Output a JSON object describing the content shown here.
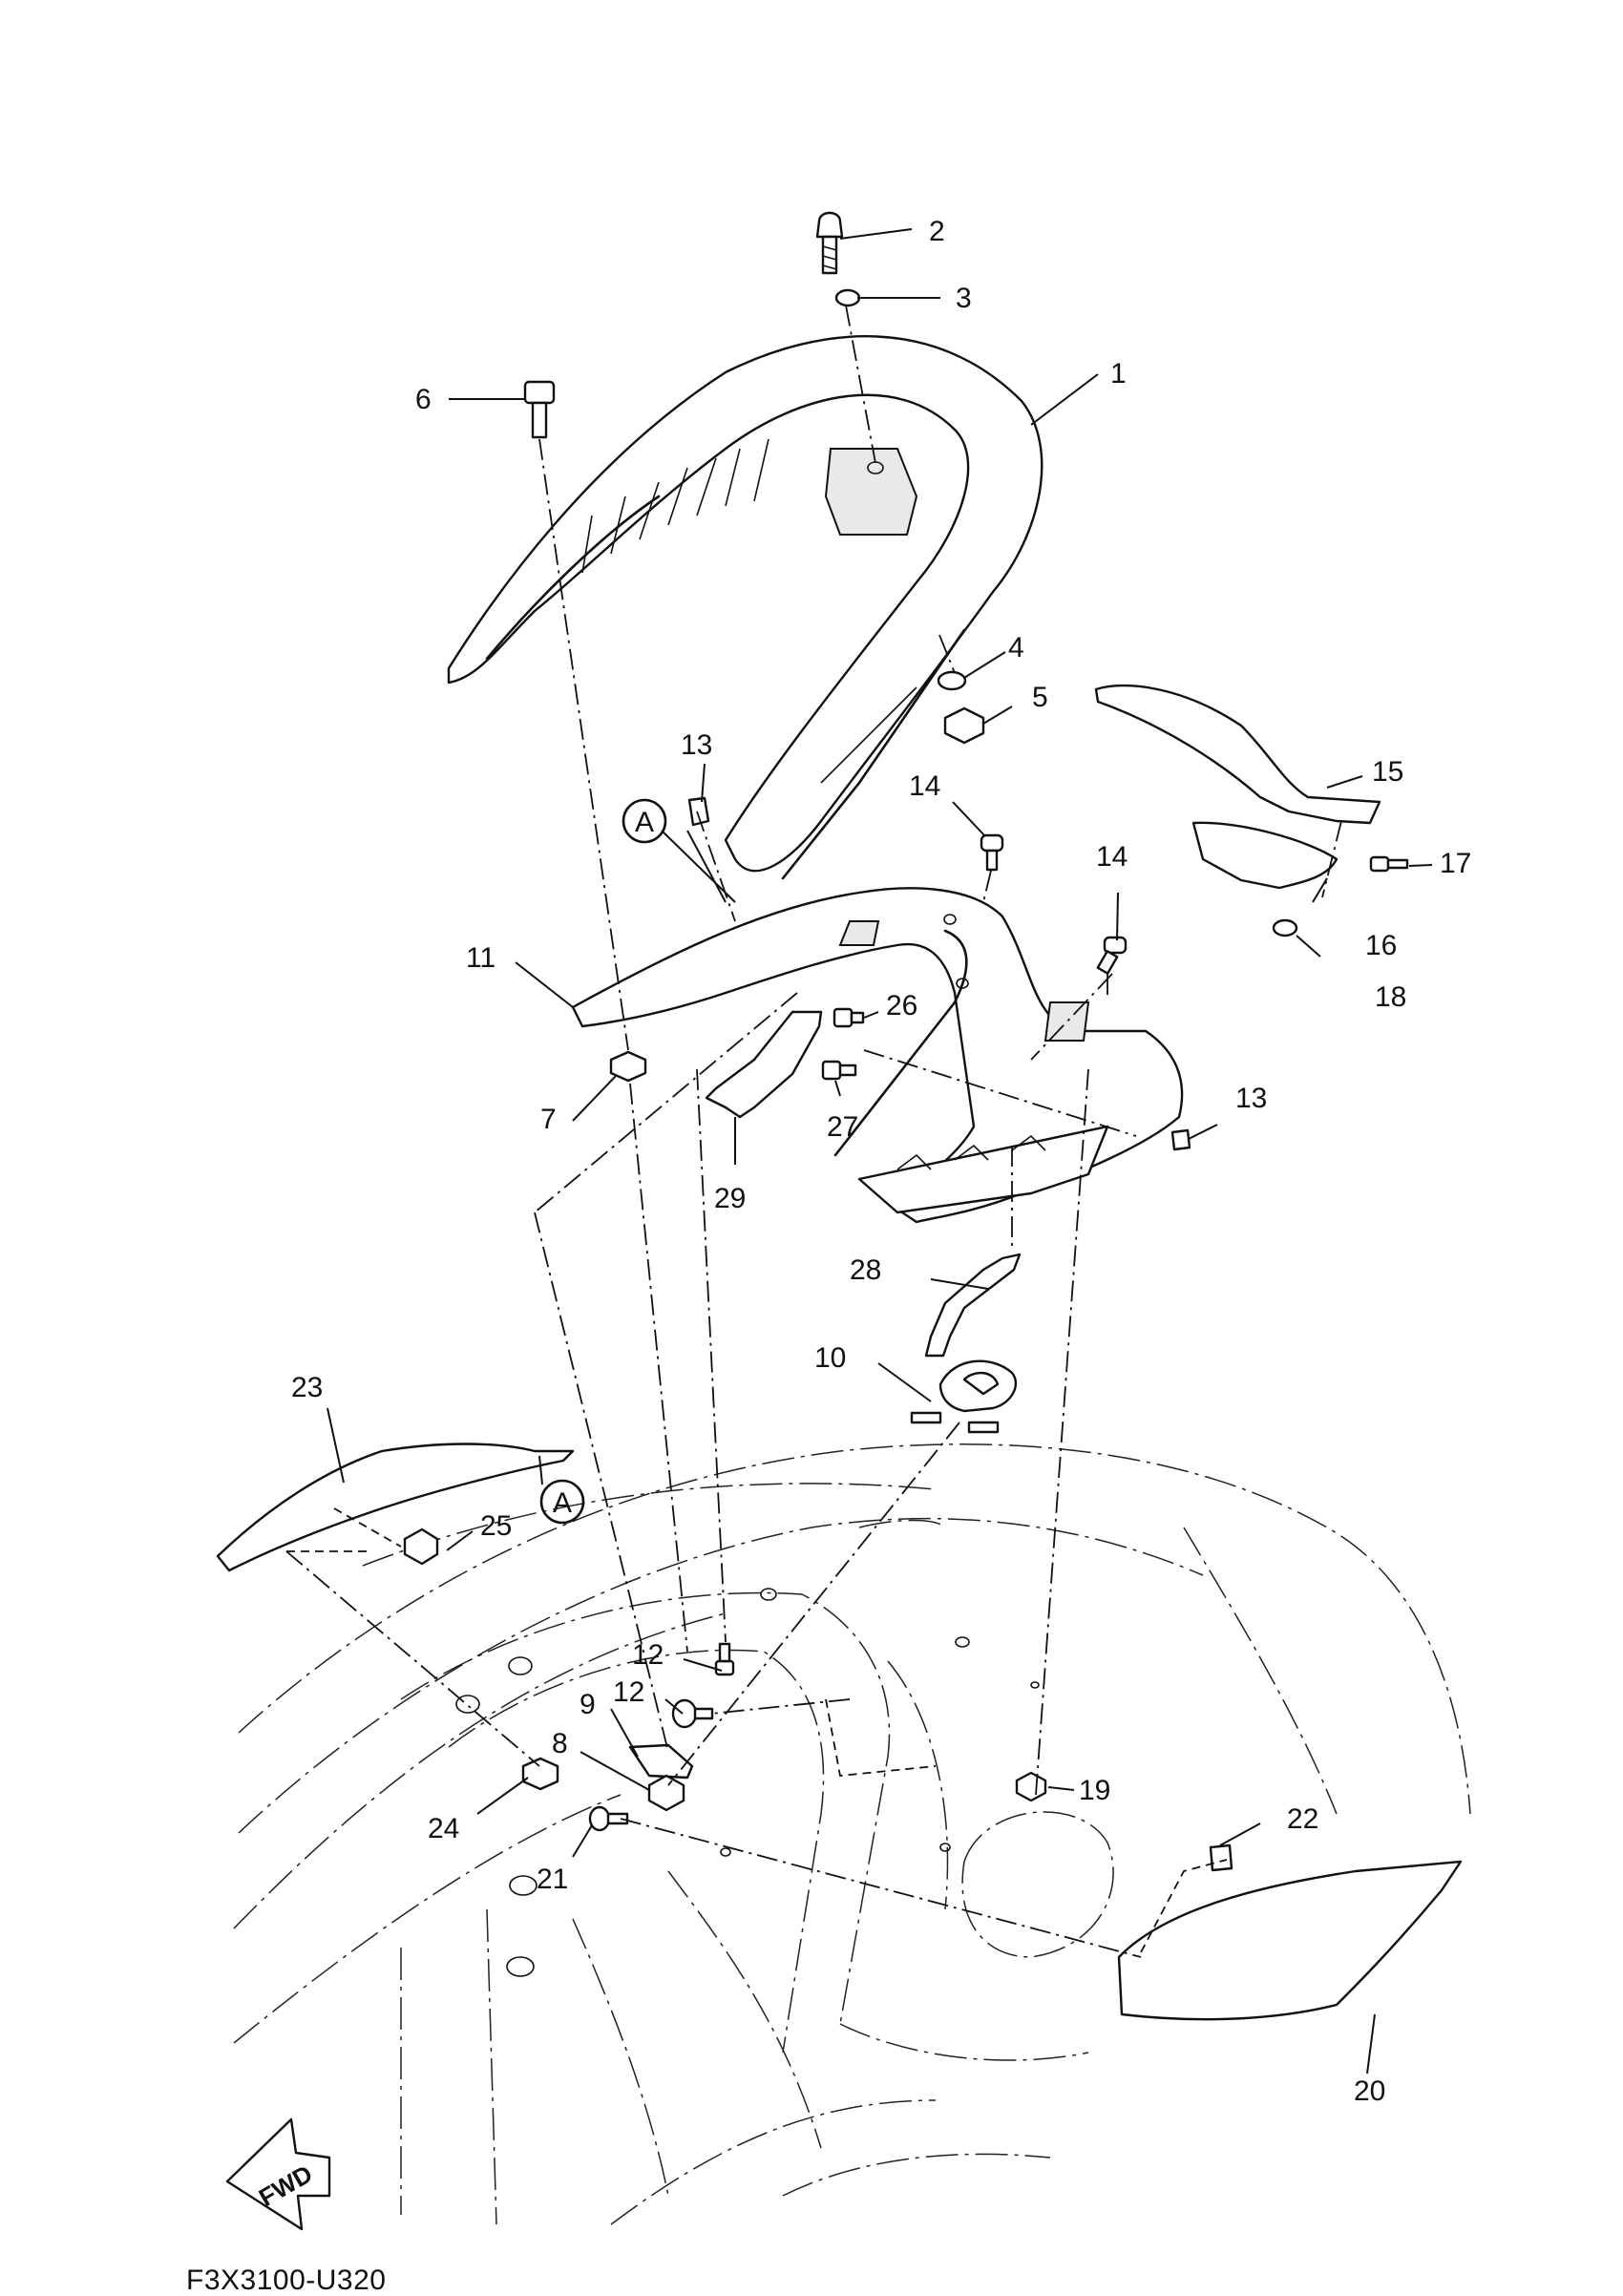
{
  "diagram": {
    "figure_code": "F3X3100-U320",
    "direction_label": "FWD",
    "reference_marker": "A",
    "callouts": [
      {
        "id": "1",
        "label": "1"
      },
      {
        "id": "2",
        "label": "2"
      },
      {
        "id": "3",
        "label": "3"
      },
      {
        "id": "4",
        "label": "4"
      },
      {
        "id": "5",
        "label": "5"
      },
      {
        "id": "6",
        "label": "6"
      },
      {
        "id": "7",
        "label": "7"
      },
      {
        "id": "8",
        "label": "8"
      },
      {
        "id": "9",
        "label": "9"
      },
      {
        "id": "10",
        "label": "10"
      },
      {
        "id": "11",
        "label": "11"
      },
      {
        "id": "12a",
        "label": "12"
      },
      {
        "id": "12b",
        "label": "12"
      },
      {
        "id": "13a",
        "label": "13"
      },
      {
        "id": "13b",
        "label": "13"
      },
      {
        "id": "14a",
        "label": "14"
      },
      {
        "id": "14b",
        "label": "14"
      },
      {
        "id": "15",
        "label": "15"
      },
      {
        "id": "16",
        "label": "16"
      },
      {
        "id": "17",
        "label": "17"
      },
      {
        "id": "18",
        "label": "18"
      },
      {
        "id": "19",
        "label": "19"
      },
      {
        "id": "20",
        "label": "20"
      },
      {
        "id": "21",
        "label": "21"
      },
      {
        "id": "22",
        "label": "22"
      },
      {
        "id": "23",
        "label": "23"
      },
      {
        "id": "24",
        "label": "24"
      },
      {
        "id": "25",
        "label": "25"
      },
      {
        "id": "26",
        "label": "26"
      },
      {
        "id": "27",
        "label": "27"
      },
      {
        "id": "28",
        "label": "28"
      },
      {
        "id": "29",
        "label": "29"
      }
    ]
  }
}
